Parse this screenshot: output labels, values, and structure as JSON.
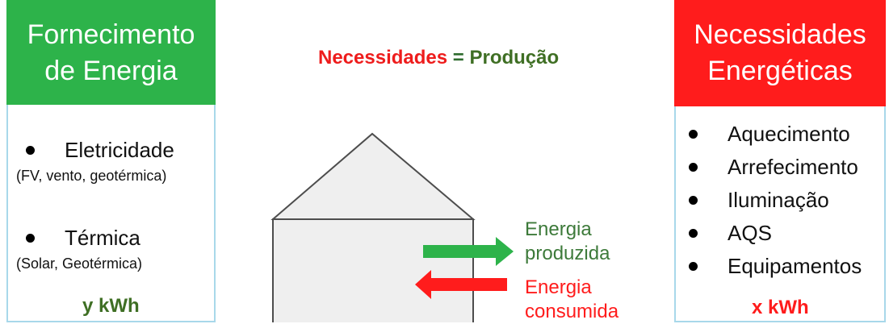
{
  "left_panel": {
    "title_line1": "Fornecimento",
    "title_line2": "de Energia",
    "header_color": "#2db34a",
    "items": [
      {
        "label": "Eletricidade",
        "detail": "(FV, vento, geotérmica)"
      },
      {
        "label": "Térmica",
        "detail": "(Solar, Geotérmica)"
      }
    ],
    "total": "y kWh",
    "total_color": "#3f6f24"
  },
  "center": {
    "title_needs": "Necessidades",
    "title_eq": "=",
    "title_production": "Produção",
    "produced_line1": "Energia",
    "produced_line2": "produzida",
    "consumed_line1": "Energia",
    "consumed_line2": "consumida",
    "arrow_out_color": "#2db34a",
    "arrow_in_color": "#ff1c1c"
  },
  "right_panel": {
    "title_line1": "Necessidades",
    "title_line2": "Energéticas",
    "header_color": "#ff1c1c",
    "items": [
      "Aquecimento",
      "Arrefecimento",
      "Iluminação",
      "AQS",
      "Equipamentos"
    ],
    "total": "x kWh",
    "total_color": "#ff1c1c"
  }
}
